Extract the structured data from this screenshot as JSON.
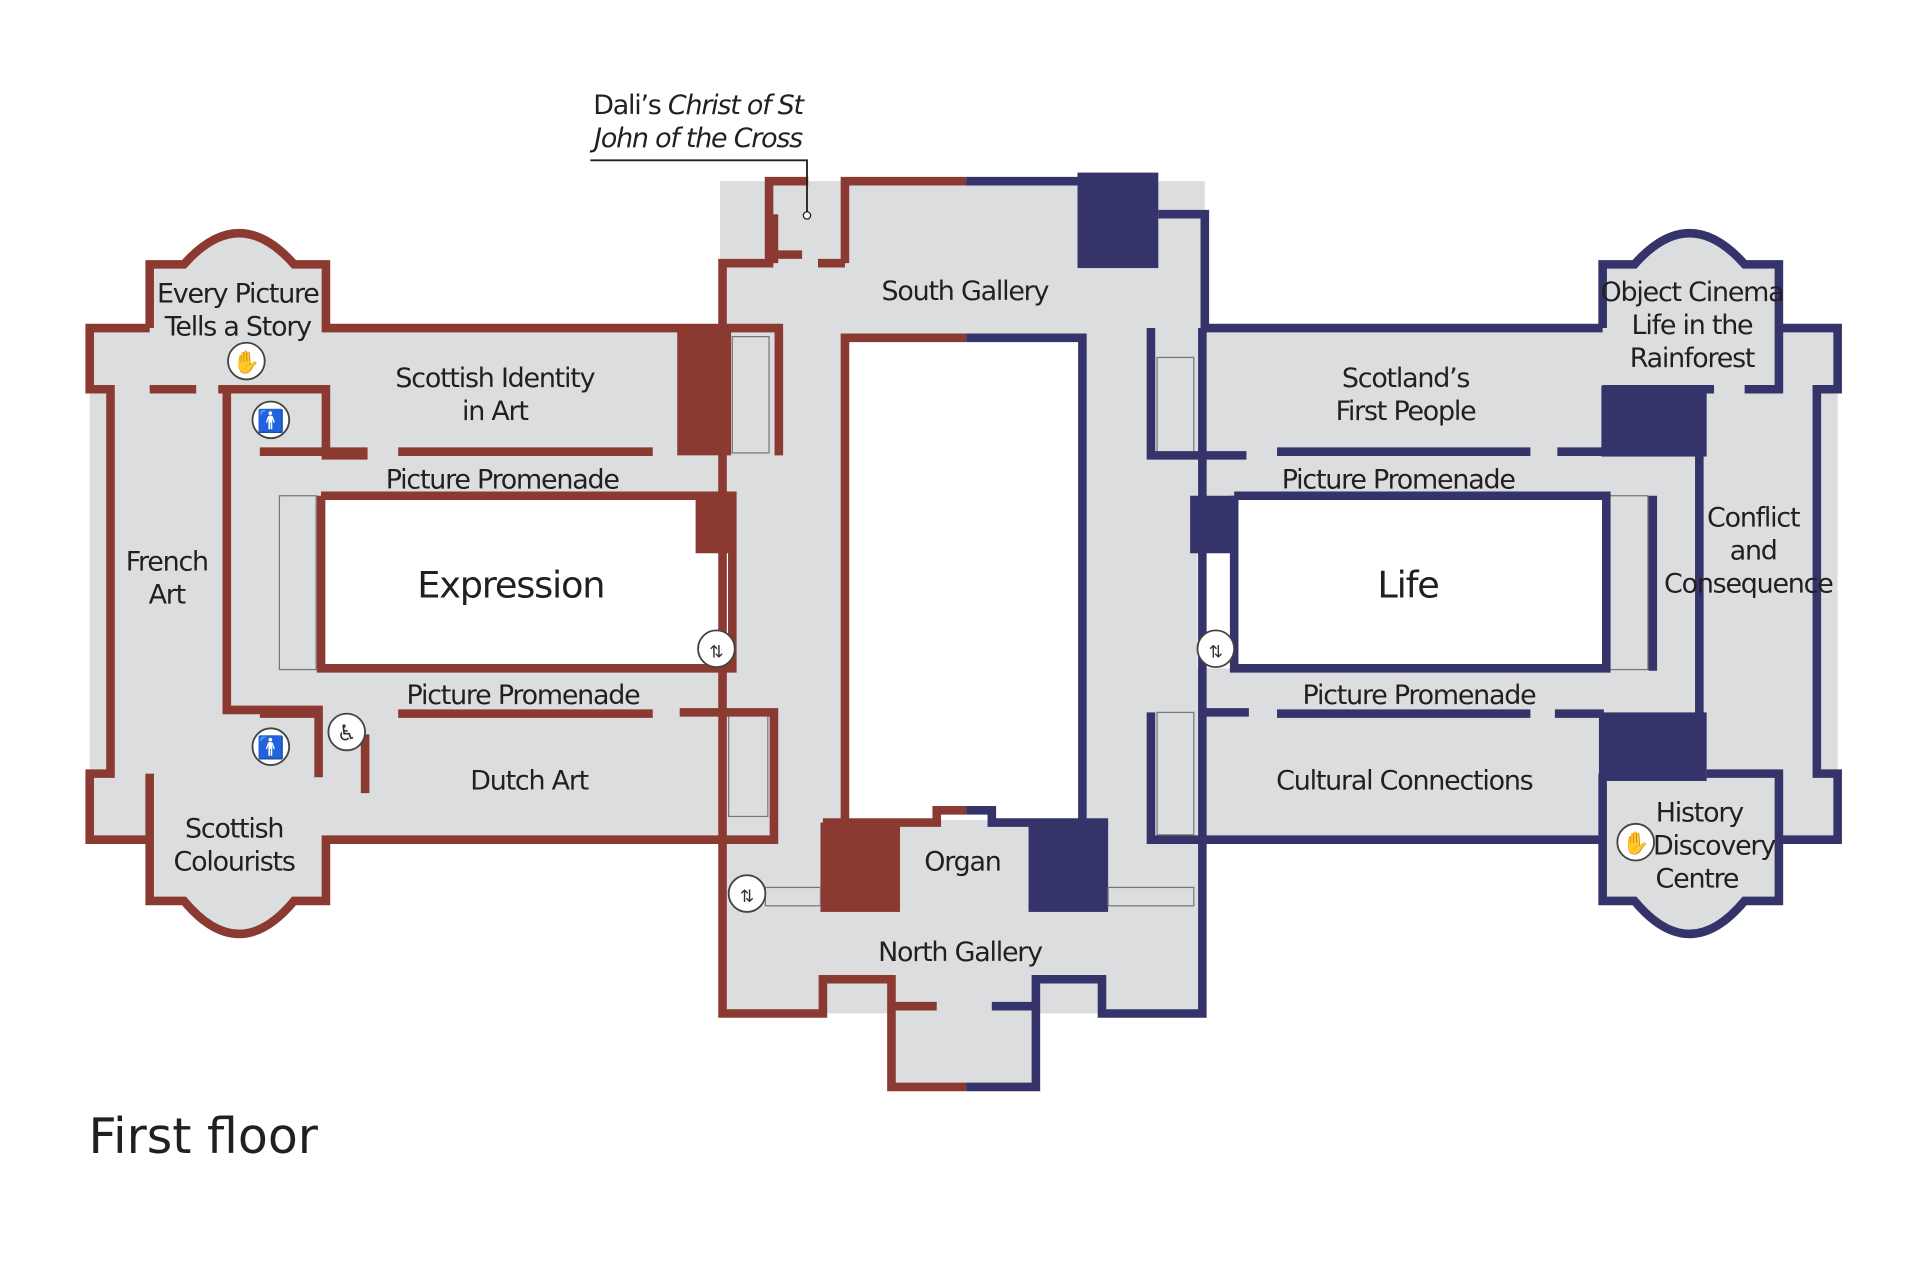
{
  "title": "First floor",
  "colors": {
    "left_wing": "#8a3a30",
    "right_wing": "#34346a",
    "floor": "#dcdddf"
  },
  "callout": {
    "line1_plain": "Dali’s ",
    "line1_italic": "Christ of St",
    "line2_italic": "John of the Cross"
  },
  "galleries": {
    "south_gallery": "South Gallery",
    "north_gallery": "North Gallery",
    "organ": "Organ",
    "every_picture": [
      "Every Picture",
      "Tells a Story"
    ],
    "scottish_identity": [
      "Scottish Identity",
      "in Art"
    ],
    "french_art": [
      "French",
      "Art"
    ],
    "expression": "Expression",
    "promenade_left_top": "Picture Promenade",
    "promenade_left_bottom": "Picture Promenade",
    "dutch_art": "Dutch Art",
    "scottish_colourists": [
      "Scottish",
      "Colourists"
    ],
    "object_cinema": [
      "Object Cinema",
      "Life in the",
      "Rainforest"
    ],
    "scotlands_first_people": [
      "Scotland’s",
      "First People"
    ],
    "promenade_right_top": "Picture Promenade",
    "promenade_right_bottom": "Picture Promenade",
    "life": "Life",
    "conflict": [
      "Conflict",
      "and",
      "Consequence"
    ],
    "cultural_connections": "Cultural Connections",
    "history_discovery": [
      "History",
      "Discovery",
      "Centre"
    ]
  },
  "icons": [
    "hands-on-icon",
    "toilet-icon",
    "accessible-toilet-icon",
    "lift-icon"
  ]
}
